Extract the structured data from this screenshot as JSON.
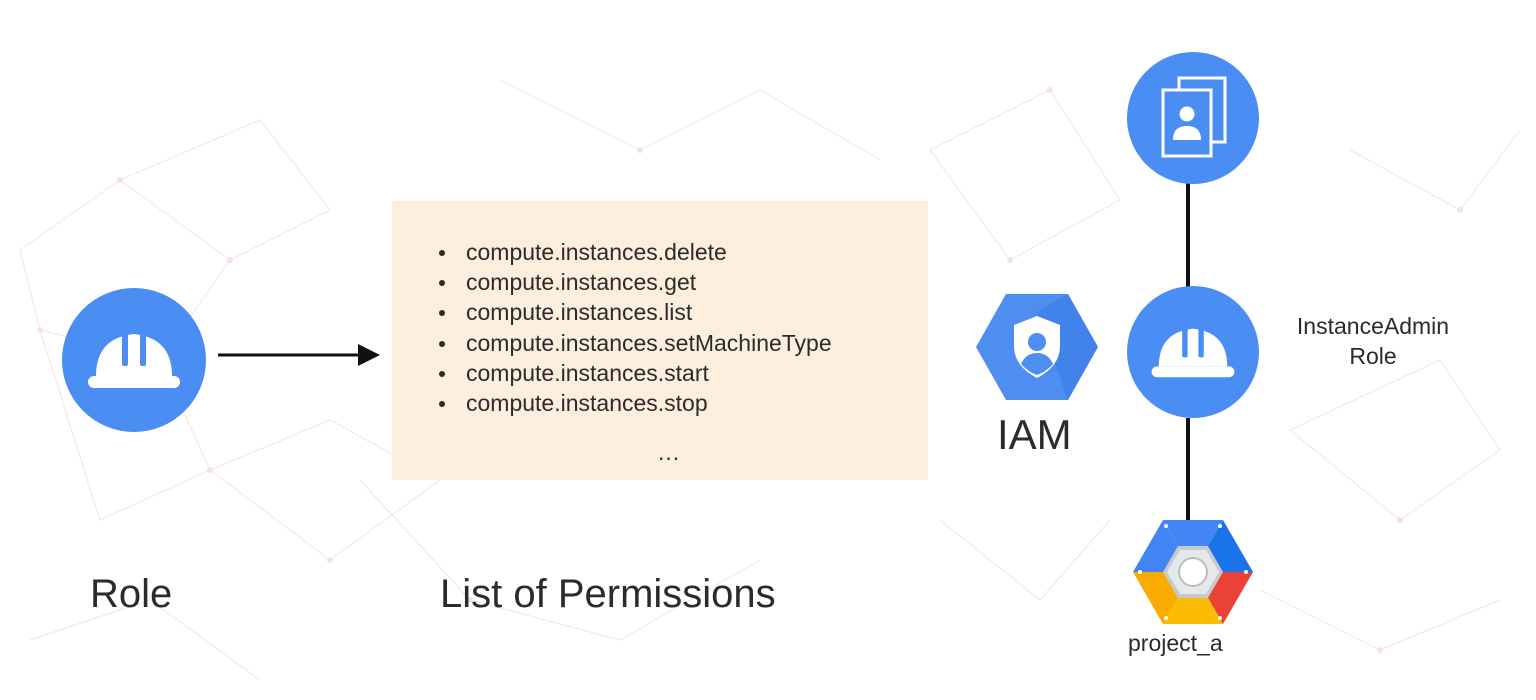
{
  "role_section": {
    "label": "Role",
    "icon": "hard-hat-icon"
  },
  "permissions_section": {
    "label": "List of Permissions",
    "items": [
      "compute.instances.delete",
      "compute.instances.get",
      "compute.instances.list",
      "compute.instances.setMachineType",
      "compute.instances.start",
      "compute.instances.stop"
    ],
    "ellipsis": "...",
    "box_color": "#fdeedd"
  },
  "iam": {
    "label": "IAM",
    "icon": "iam-shield-icon"
  },
  "hierarchy": {
    "top_icon": "member-documents-icon",
    "role_icon": "hard-hat-icon",
    "role_name_line1": "InstanceAdmin",
    "role_name_line2": "Role",
    "project_icon": "gcp-project-icon",
    "project_label": "project_a"
  },
  "colors": {
    "icon_blue": "#4a8ef3",
    "iam_blue_light": "#4d8ef0",
    "iam_blue_dark": "#3b78e7",
    "connector": "#111111",
    "text": "#2b2b2b"
  }
}
